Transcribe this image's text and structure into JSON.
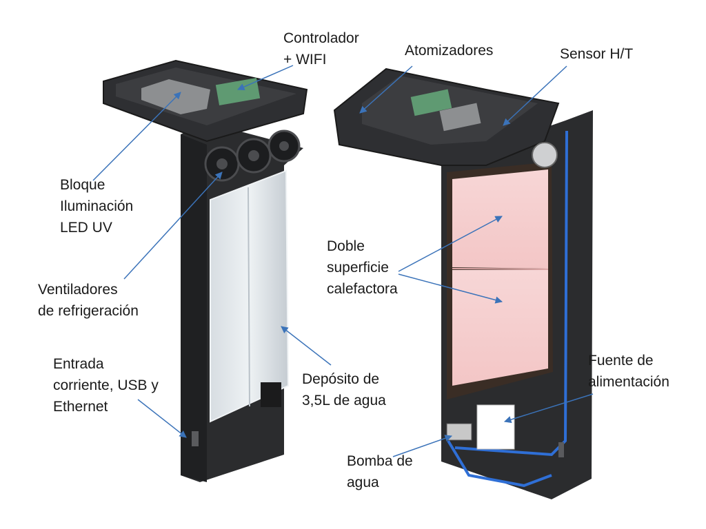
{
  "labels": {
    "controller": [
      "Controlador",
      "+ WIFI"
    ],
    "atomizers": [
      "Atomizadores"
    ],
    "sensor": [
      "Sensor H/T"
    ],
    "led_block": [
      "Bloque",
      "Iluminación",
      "LED UV"
    ],
    "fans": [
      "Ventiladores",
      "de refrigeración"
    ],
    "power_input": [
      "Entrada",
      "corriente, USB y",
      "Ethernet"
    ],
    "tank": [
      "Depósito de",
      "3,5L de agua"
    ],
    "heating": [
      "Doble",
      "superficie",
      "calefactora"
    ],
    "psu": [
      "Fuente de",
      "alimentación"
    ],
    "pump": [
      "Bomba de",
      "agua"
    ]
  },
  "colors": {
    "arrow": "#3b73b9",
    "body_dark": "#2b2c2e",
    "body_mid": "#3a3b3e",
    "heater": "#f5cfcf",
    "tube": "#2f6fd6"
  }
}
